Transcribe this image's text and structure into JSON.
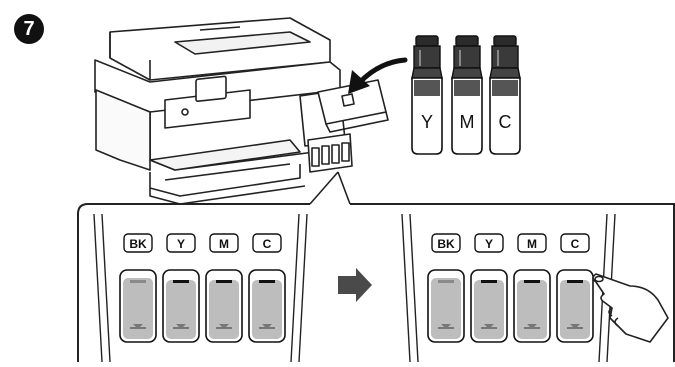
{
  "step": {
    "number": "7"
  },
  "bottles": [
    {
      "label": "Y"
    },
    {
      "label": "M"
    },
    {
      "label": "C"
    }
  ],
  "tank_labels_before": [
    "BK",
    "Y",
    "M",
    "C"
  ],
  "tank_labels_after": [
    "BK",
    "Y",
    "M",
    "C"
  ],
  "colors": {
    "ink": "#1a1a1a",
    "tank_fill": "#bdbdbd",
    "line": "#222222"
  }
}
